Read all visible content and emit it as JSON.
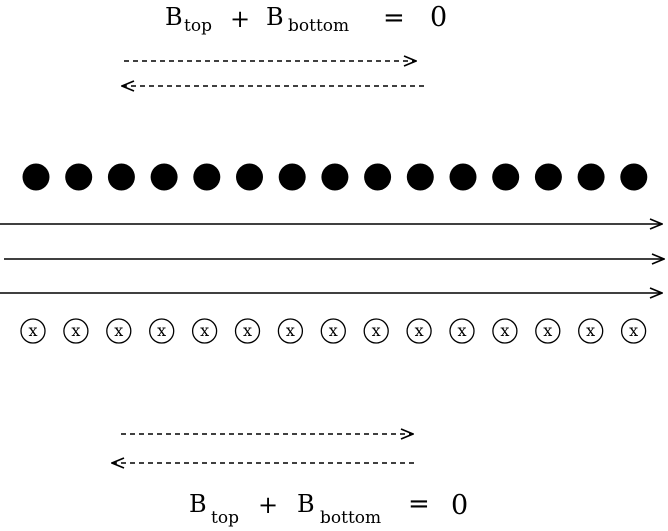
{
  "top_equation": {
    "b1": "B",
    "sub1": "top",
    "plus": "+",
    "b2": "B",
    "sub2": "bottom",
    "equals": "=",
    "rhs": "0"
  },
  "bottom_equation": {
    "b1": "B",
    "sub1": "top",
    "plus": "+",
    "b2": "B",
    "sub2": "bottom",
    "equals": "=",
    "rhs": "0"
  },
  "dots_out_of_page_count": 15,
  "crosses_into_page": [
    "x",
    "x",
    "x",
    "x",
    "x",
    "x",
    "x",
    "x",
    "x",
    "x",
    "x",
    "x",
    "x",
    "x",
    "x"
  ],
  "solid_arrow_count": 3,
  "colors": {
    "ink": "#000000",
    "background": "#ffffff"
  }
}
